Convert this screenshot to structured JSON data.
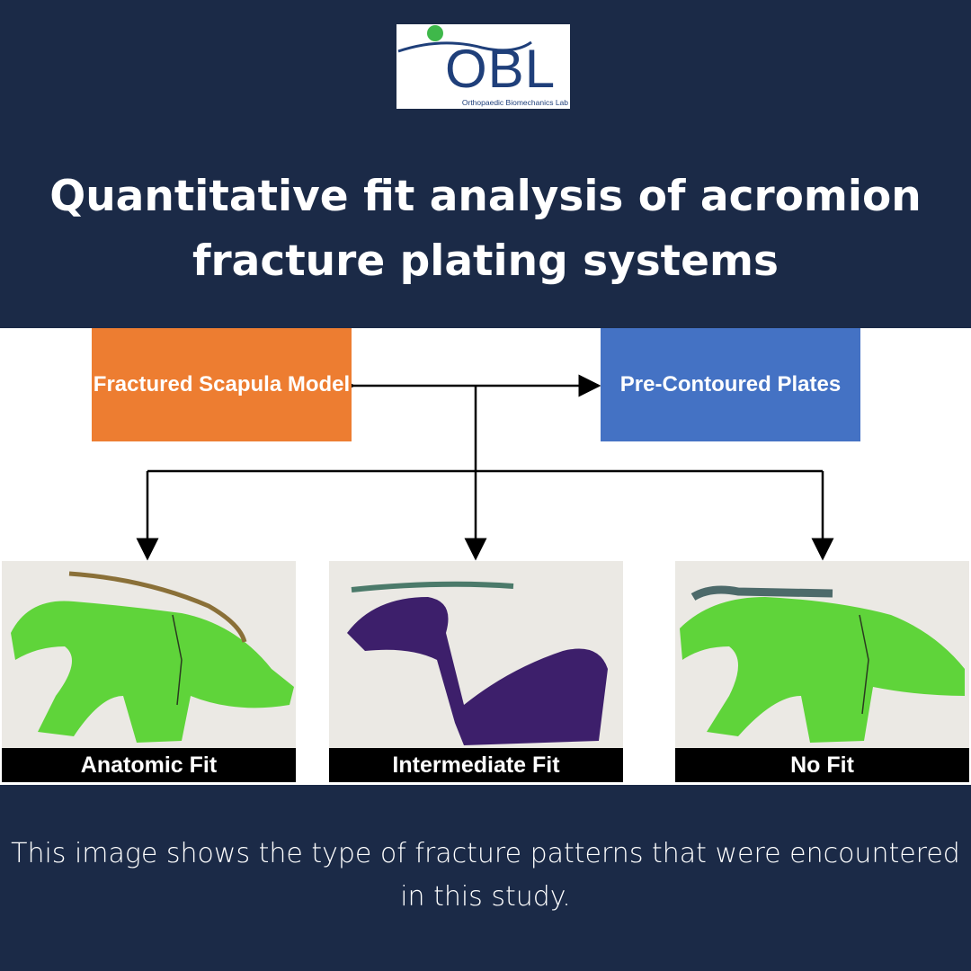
{
  "logo": {
    "name": "OBL",
    "subtitle": "Orthopaedic Biomechanics Lab"
  },
  "title": "Quantitative fit analysis of acromion fracture plating systems",
  "diagram": {
    "source_box": "Fractured Scapula Model",
    "plates_box": "Pre-Contoured Plates",
    "outcomes": [
      {
        "label": "Anatomic Fit"
      },
      {
        "label": "Intermediate Fit"
      },
      {
        "label": "No Fit"
      }
    ]
  },
  "caption": "This image shows the type of fracture patterns that were encountered in this study.",
  "colors": {
    "background": "#1b2a47",
    "source_box": "#ed7d31",
    "plates_box": "#4472c4",
    "model_green": "#5fd43a",
    "model_purple": "#3d1f6b"
  }
}
